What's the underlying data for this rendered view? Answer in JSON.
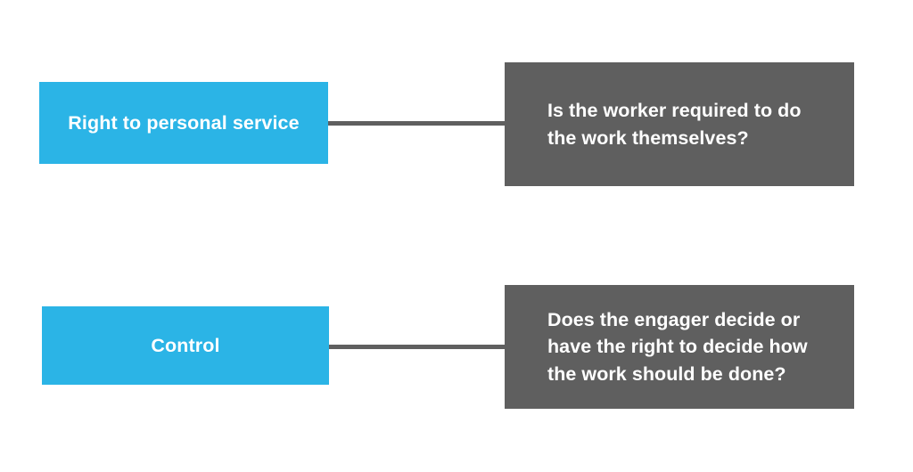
{
  "colors": {
    "background": "#ffffff",
    "label_box": "#2BB4E6",
    "question_box": "#5F5F5F",
    "connector": "#5F5F5F",
    "text": "#ffffff"
  },
  "diagram": {
    "type": "two-column-paired-boxes",
    "rows": [
      {
        "label": "Right to personal service",
        "question": "Is the worker required to do the work themselves?"
      },
      {
        "label": "Control",
        "question": "Does the engager decide or have the right to decide how the work should be done?"
      }
    ]
  }
}
